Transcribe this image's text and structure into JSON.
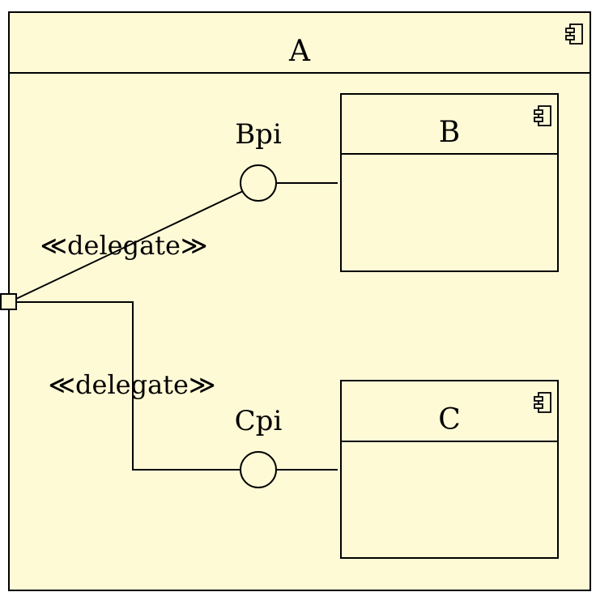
{
  "diagram": {
    "type": "uml-component-diagram",
    "fill_color": "#fffad6",
    "line_color": "#000000",
    "outer_component": {
      "name": "A"
    },
    "components": [
      {
        "name": "B"
      },
      {
        "name": "C"
      }
    ],
    "interfaces": [
      {
        "name": "Bpi",
        "provided_by": "B"
      },
      {
        "name": "Cpi",
        "provided_by": "C"
      }
    ],
    "connectors": [
      {
        "stereotype": "≪delegate≫",
        "from": "port",
        "to": "Bpi"
      },
      {
        "stereotype": "≪delegate≫",
        "from": "port",
        "to": "Cpi"
      }
    ]
  }
}
